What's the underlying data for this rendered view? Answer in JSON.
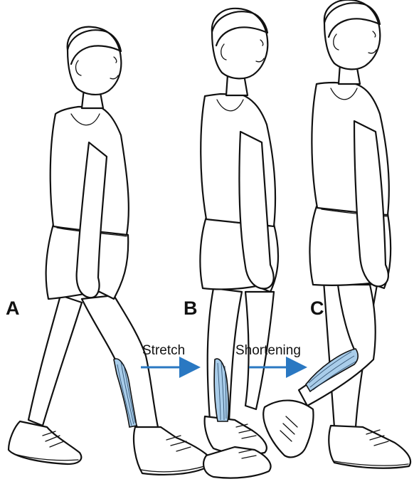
{
  "panels": [
    {
      "id": "A",
      "label": "A"
    },
    {
      "id": "B",
      "label": "B"
    },
    {
      "id": "C",
      "label": "C"
    }
  ],
  "arrows": [
    {
      "label": "Stretch"
    },
    {
      "label": "Shortening"
    }
  ],
  "colors": {
    "muscle": "#a9cdea",
    "arrow": "#2a78c2",
    "ink": "#111111"
  }
}
